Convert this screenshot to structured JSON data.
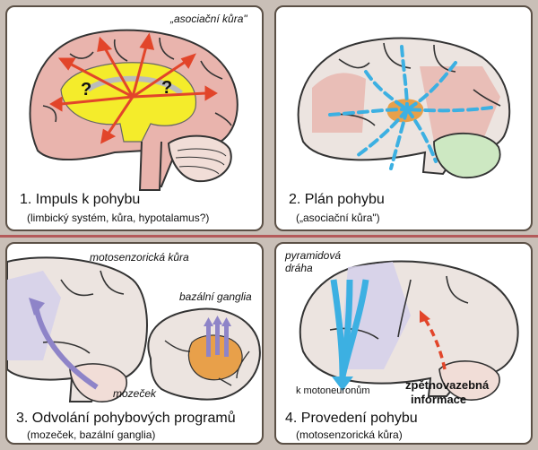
{
  "panels": [
    {
      "title": "1. Impuls k pohybu",
      "subtitle": "(limbický systém, kůra, hypotalamus?)",
      "labels": {
        "top": "„asociační kůra\""
      }
    },
    {
      "title": "2. Plán pohybu",
      "subtitle": "(„asociační kůra\")"
    },
    {
      "title": "3. Odvolání pohybových programů",
      "subtitle": "(mozeček, bazální ganglia)",
      "labels": {
        "motor": "motosenzorická kůra",
        "ganglia": "bazální ganglia",
        "cerebellum": "mozeček"
      }
    },
    {
      "title": "4. Provedení pohybu",
      "subtitle": "(motosenzorická kůra)",
      "labels": {
        "pyramid_1": "pyramidová",
        "pyramid_2": "dráha",
        "motoneuron": "k motoneuronům",
        "feedback_1": "zpětnovazebná",
        "feedback_2": "informace"
      }
    }
  ],
  "colors": {
    "cortex": "#e9b4ad",
    "limbic": "#f4ec2b",
    "arrow_red": "#e2452a",
    "path_blue": "#3cb0e2",
    "cerebellum_green": "#cde8c2",
    "basal_orange": "#e8a04a",
    "motor_purple": "#8e84c8"
  }
}
